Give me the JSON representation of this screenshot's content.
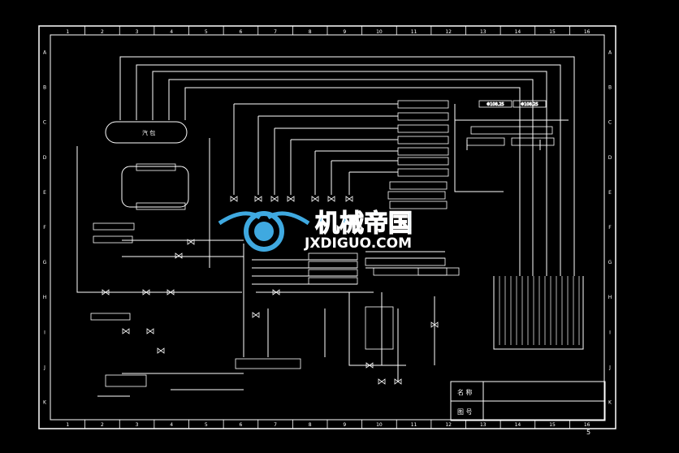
{
  "column_numbers": [
    "1",
    "2",
    "3",
    "4",
    "5",
    "6",
    "7",
    "8",
    "9",
    "10",
    "11",
    "12",
    "13",
    "14",
    "15",
    "16"
  ],
  "row_letters": [
    "A",
    "B",
    "C",
    "D",
    "E",
    "F",
    "G",
    "H",
    "I",
    "J",
    "K"
  ],
  "page_number": "5",
  "watermark": {
    "text": "机械帝国",
    "subtext": "JXDIGUO.COM"
  },
  "title_block": {
    "name_label": "名 称",
    "drawing_label": "图 号",
    "name_value": ""
  },
  "header_boxes": [
    "Φ108.25",
    "Φ108.25"
  ],
  "main_drum_label": "汽 包",
  "colors": {
    "line": "#ffffff",
    "frame": "#ffffff",
    "logo_blue": "#3fa9e0",
    "logo_white": "#ffffff"
  }
}
